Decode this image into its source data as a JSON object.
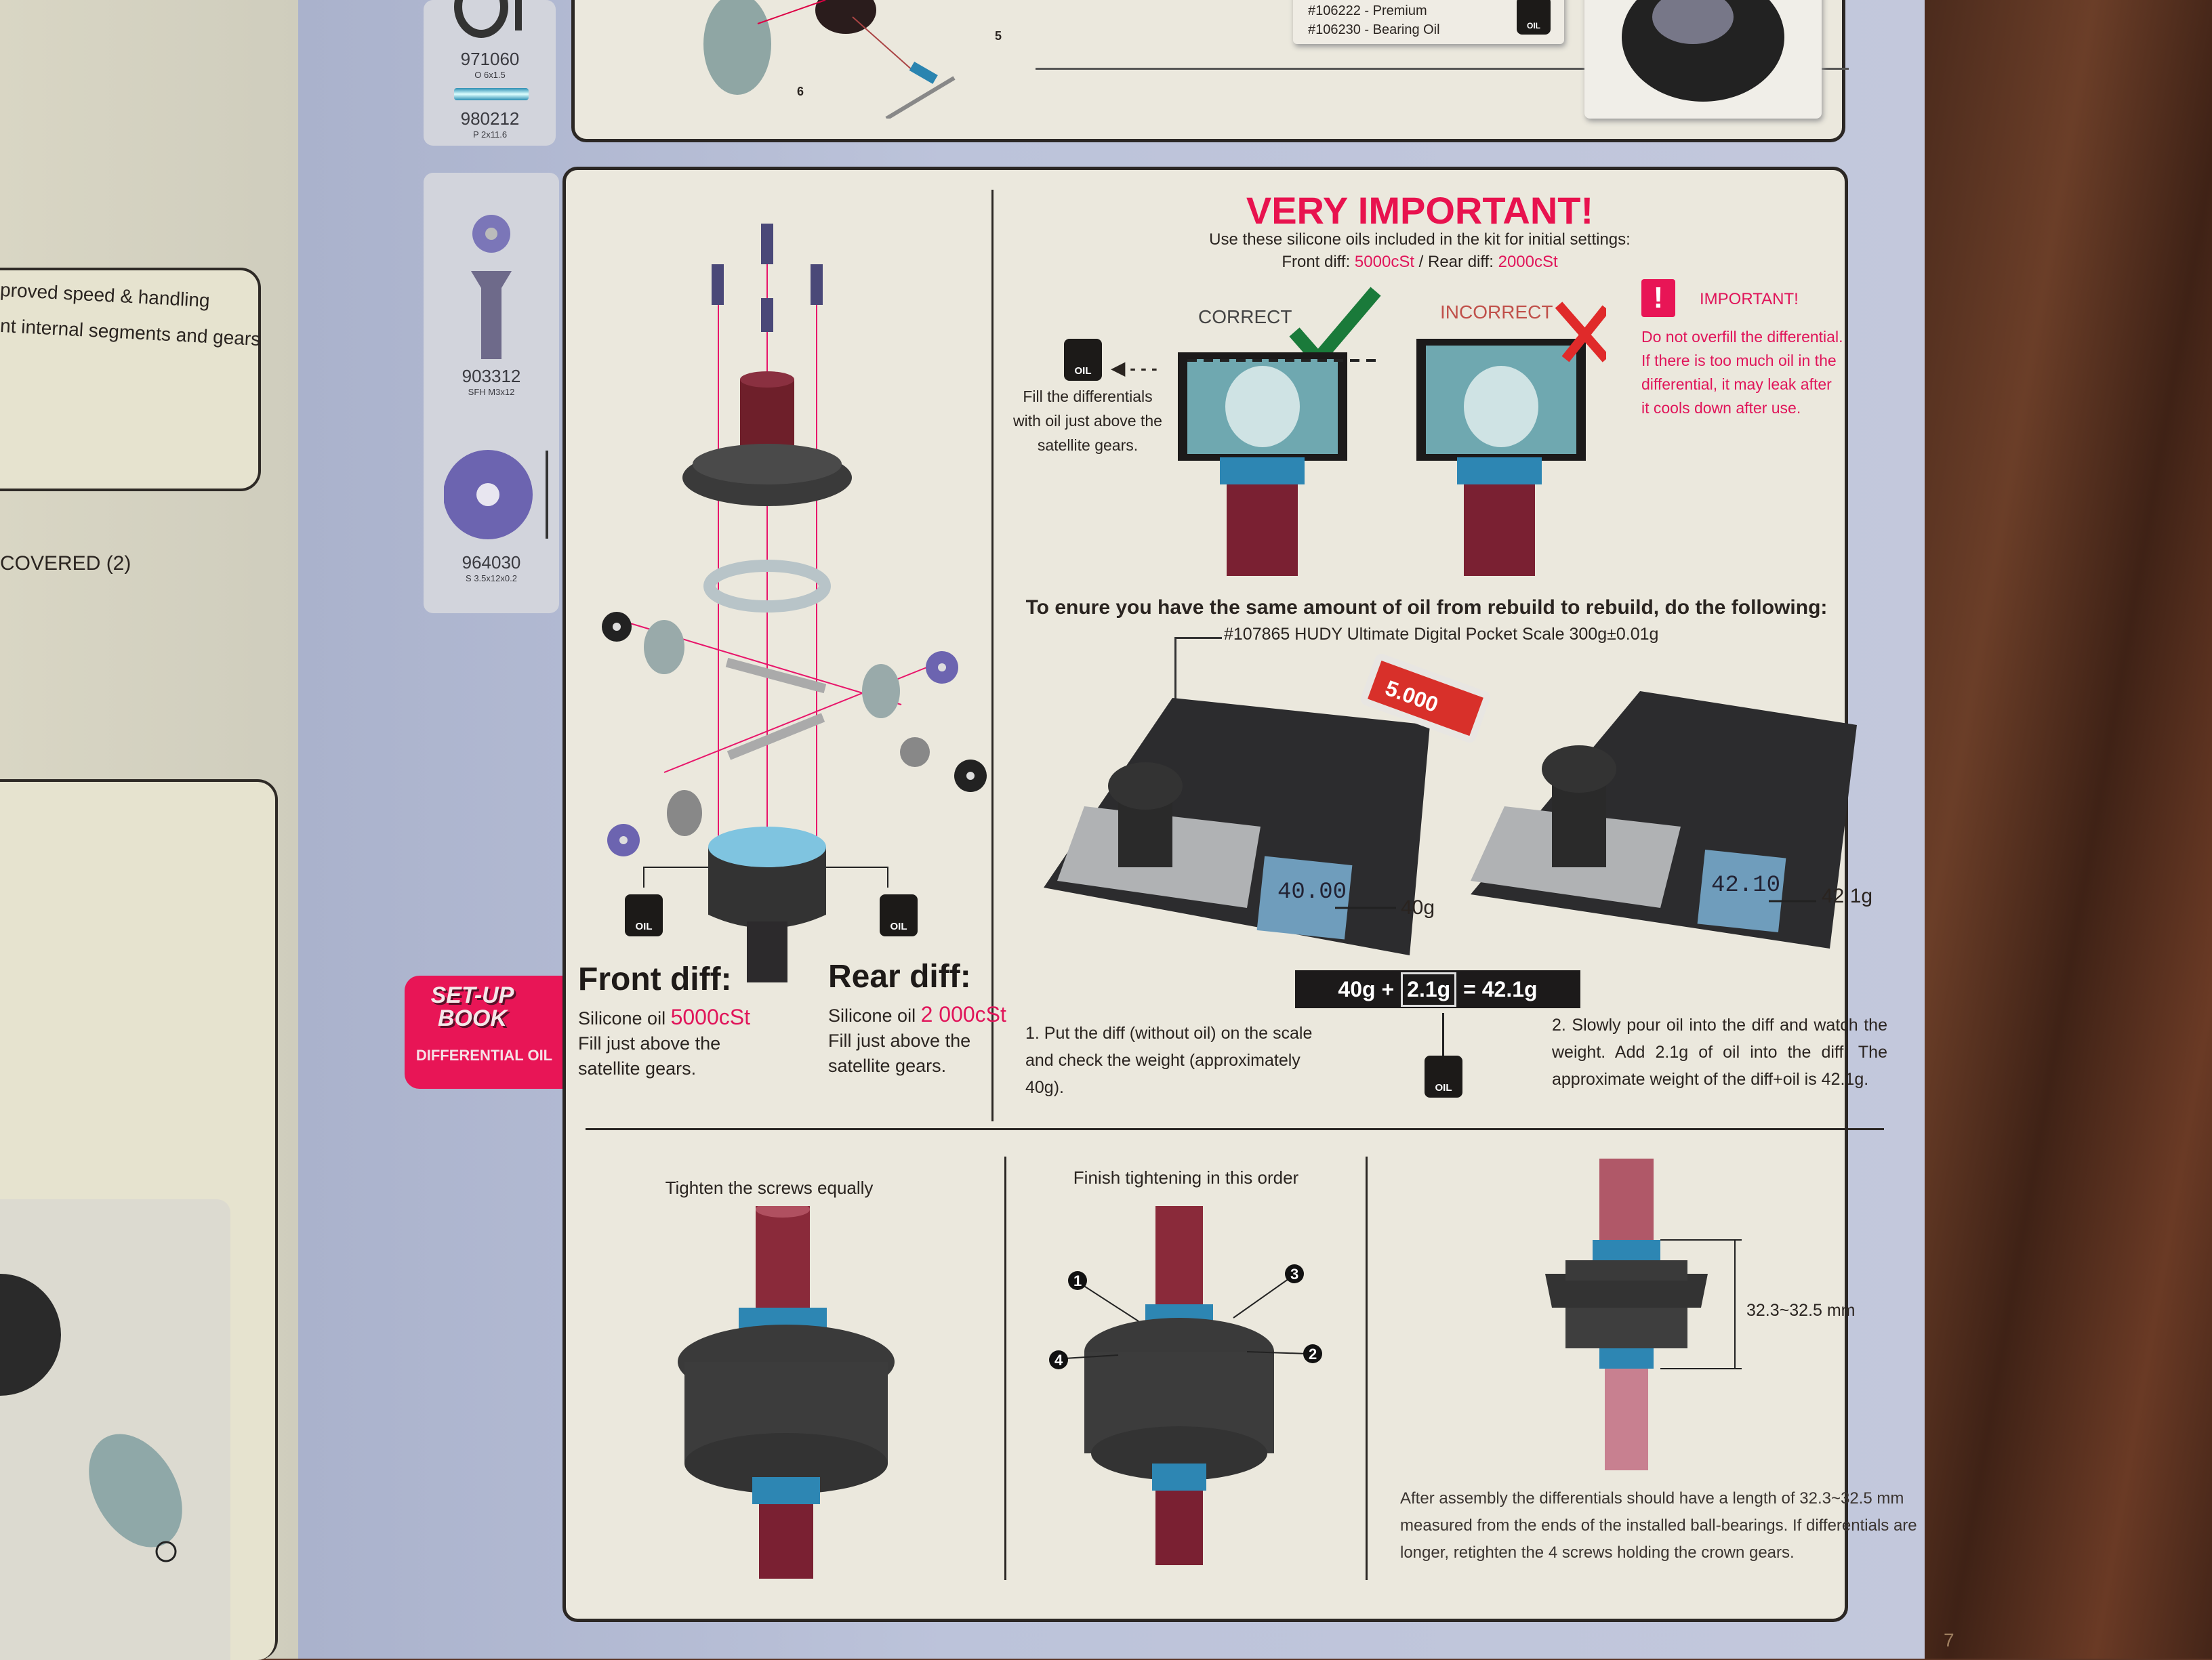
{
  "left_page": {
    "line1": "proved speed & handling",
    "line2": "nt internal segments and gears",
    "line3": "COVERED  (2)"
  },
  "parts_top": [
    {
      "number": "971060",
      "spec": "O 6x1.5"
    },
    {
      "number": "980212",
      "spec": "P 2x11.6"
    }
  ],
  "parts": [
    {
      "number": "903312",
      "spec": "SFH M3x12"
    },
    {
      "number": "964030",
      "spec": "S 3.5x12x0.2"
    }
  ],
  "top_panel": {
    "oil_line1": "#106222 - Premium",
    "oil_line2": "#106230 - Bearing Oil",
    "step_5": "5",
    "step_6": "6",
    "oil_icon": "OIL"
  },
  "tab": {
    "title_line1": "SET-UP",
    "title_line2": "BOOK",
    "subtitle": "DIFFERENTIAL OIL"
  },
  "front": {
    "title": "Front diff:",
    "oil_prefix": "Silicone oil ",
    "oil_value": "5000cSt",
    "line2": "Fill just above the",
    "line3": "satellite gears."
  },
  "rear": {
    "title": "Rear diff:",
    "oil_prefix": "Silicone oil ",
    "oil_value": "2 000cSt",
    "line2": "Fill just above the",
    "line3": "satellite gears."
  },
  "important": {
    "title": "VERY IMPORTANT!",
    "subtitle": "Use these silicone oils included in the kit for initial settings:",
    "front_label": "Front diff: ",
    "front_value": "5000cSt",
    "sep": " / Rear diff: ",
    "rear_value": "2000cSt",
    "correct": "CORRECT",
    "incorrect": "INCORRECT",
    "fill_text": [
      "Fill the differentials",
      "with oil just above the",
      "satellite gears."
    ],
    "warn_title": "IMPORTANT!",
    "warn_text": [
      "Do not overfill the differential.",
      "If there is too much oil in the",
      "differential, it may leak after",
      "it cools down after use."
    ]
  },
  "scale": {
    "heading": "To enure you have the same amount of oil from rebuild to rebuild, do the following:",
    "product": "#107865 HUDY Ultimate Digital Pocket Scale 300g±0.01g",
    "display1": "40.00",
    "display2": "42.10",
    "label1": "40g",
    "label2": "42.1g",
    "eq_a": "40g +",
    "eq_b": "2.1g",
    "eq_c": "= 42.1g",
    "step1": "1. Put the diff (without oil) on the scale and check the weight (approximately 40g).",
    "step2": "2. Slowly pour oil into the diff and watch the weight. Add 2.1g of oil into the diff. The approximate weight of the diff+oil is 42.1g.",
    "bottle": "5.000"
  },
  "bottom": {
    "tighten": "Tighten the screws equally",
    "order": "Finish tightening in this order",
    "order_nums": [
      "1",
      "2",
      "3",
      "4"
    ],
    "dimension": "32.3~32.5 mm",
    "note": "After assembly the differentials should have a length of 32.3~32.5 mm measured from the ends of the installed ball-bearings. If differentials are longer, retighten the 4 screws holding the crown gears."
  },
  "page_number": "7"
}
